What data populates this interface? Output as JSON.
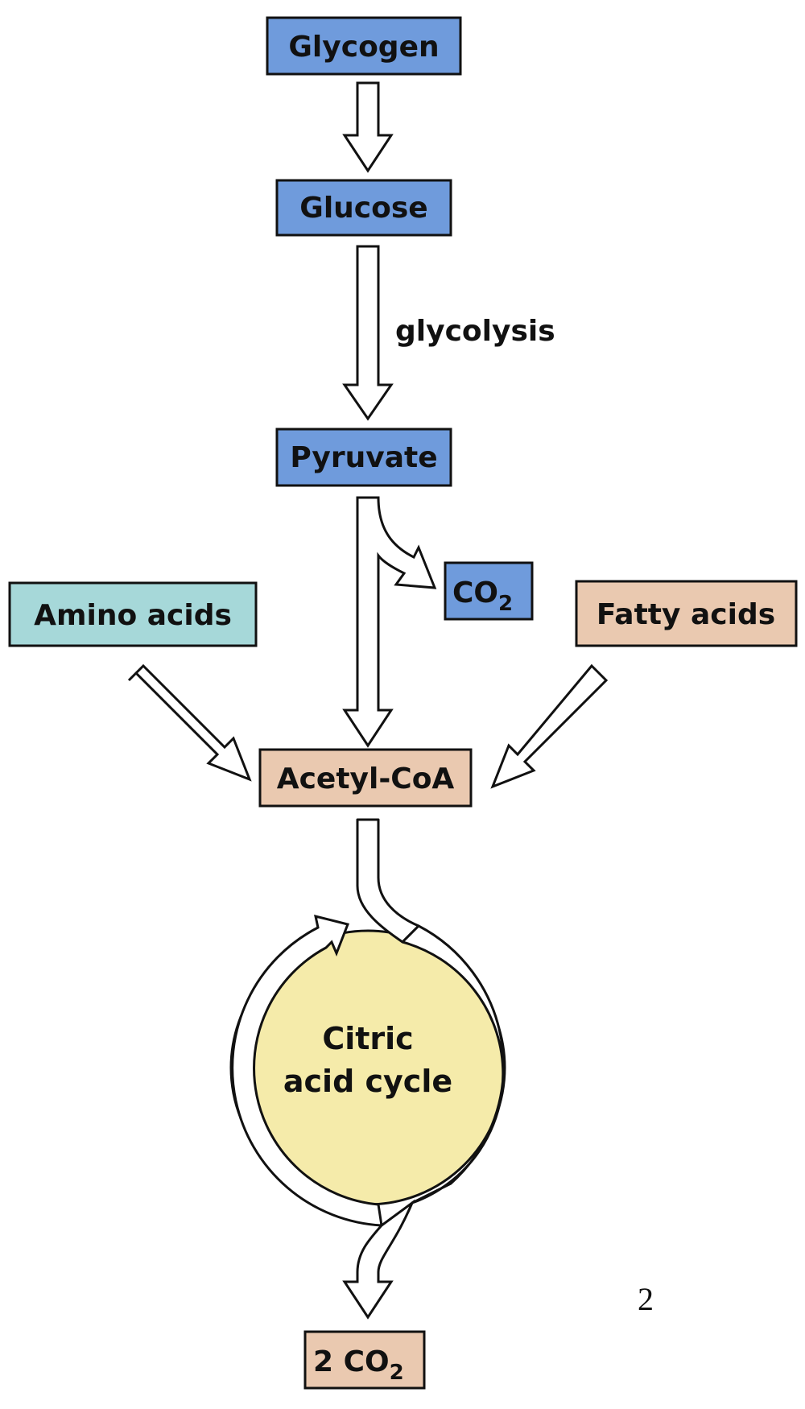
{
  "nodes": {
    "glycogen": "Glycogen",
    "glucose": "Glucose",
    "pyruvate": "Pyruvate",
    "co2": {
      "main": "CO",
      "sub": "2"
    },
    "amino_acids": "Amino acids",
    "fatty_acids": "Fatty acids",
    "acetyl_coa": "Acetyl-CoA",
    "cycle_line1": "Citric",
    "cycle_line2": "acid cycle",
    "two_co2": {
      "main": "2 CO",
      "sub": "2"
    }
  },
  "labels": {
    "glycolysis": "glycolysis",
    "page_number": "2"
  },
  "colors": {
    "carbohydrate_blue": "#6F9BDC",
    "amino_teal": "#A6D8D9",
    "lipid_tan": "#EAC9B0",
    "cycle_yellow": "#F5EBAA"
  }
}
